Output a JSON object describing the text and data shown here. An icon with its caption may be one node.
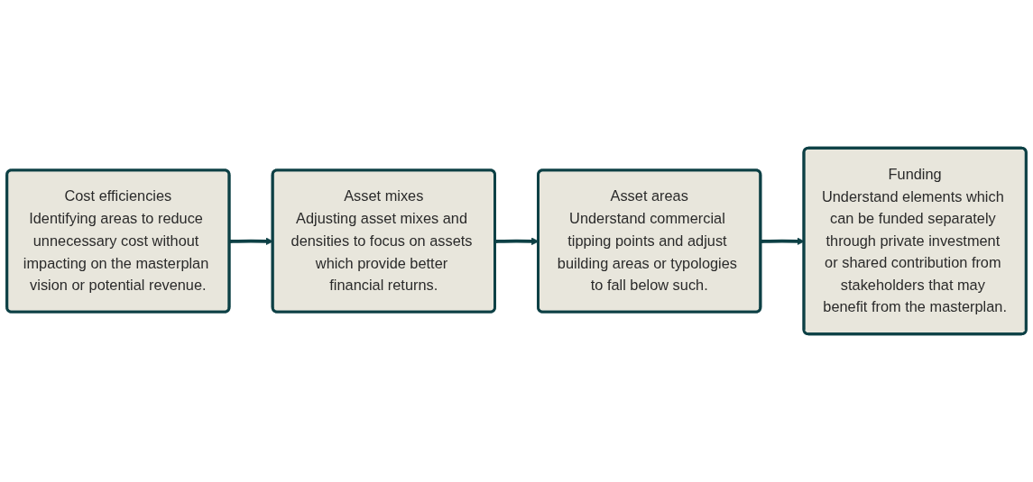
{
  "diagram": {
    "nodes": [
      {
        "text": [
          "Cost efficiencies",
          "Identifying areas to reduce unnecessary cost without impacting on the masterplan vision or potential revenue."
        ]
      },
      {
        "text": [
          "Asset mixes",
          "Adjusting asset mixes and densities to focus on assets which provide better financial returns."
        ]
      },
      {
        "text": [
          "Asset areas",
          "Understand commercial tipping points and adjust building areas or typologies to fall below such."
        ]
      },
      {
        "text": [
          "Funding",
          "Understand elements which can be funded separately through private investment or shared contribution from stakeholders that may benefit from the masterplan."
        ]
      }
    ],
    "edges": [
      {
        "from": 0,
        "to": 1,
        "arrow": "to"
      },
      {
        "from": 1,
        "to": 2,
        "arrow": "to"
      },
      {
        "from": 2,
        "to": 3,
        "arrow": "to"
      }
    ]
  }
}
